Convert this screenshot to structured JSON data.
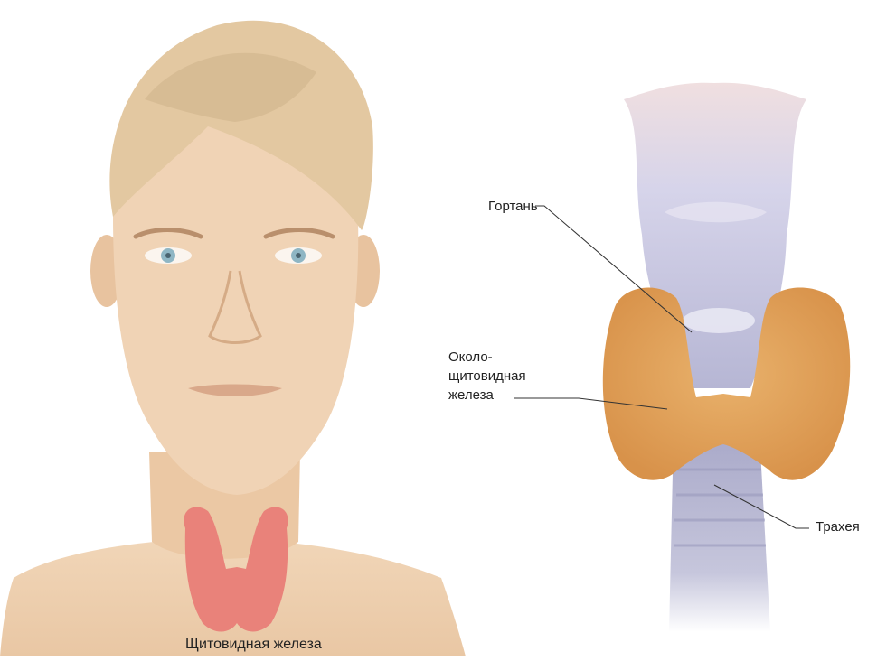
{
  "labels": {
    "thyroid": "Щитовидная железа",
    "larynx": "Гортань",
    "parathyroid_1": "Около-",
    "parathyroid_2": "щитовидная",
    "parathyroid_3": "железа",
    "trachea": "Трахея"
  },
  "colors": {
    "skin": "#efd1b1",
    "skin_shadow": "#e4bf9b",
    "hair": "#e1c79f",
    "hair_shadow": "#cdb18a",
    "eyes": "#8fb6c4",
    "thyroid_head": "#e9827a",
    "thyroid_gland": "#e1a35a",
    "larynx": "#c9c9e3",
    "trachea": "#b8b8d2",
    "leader_line": "#333333"
  }
}
